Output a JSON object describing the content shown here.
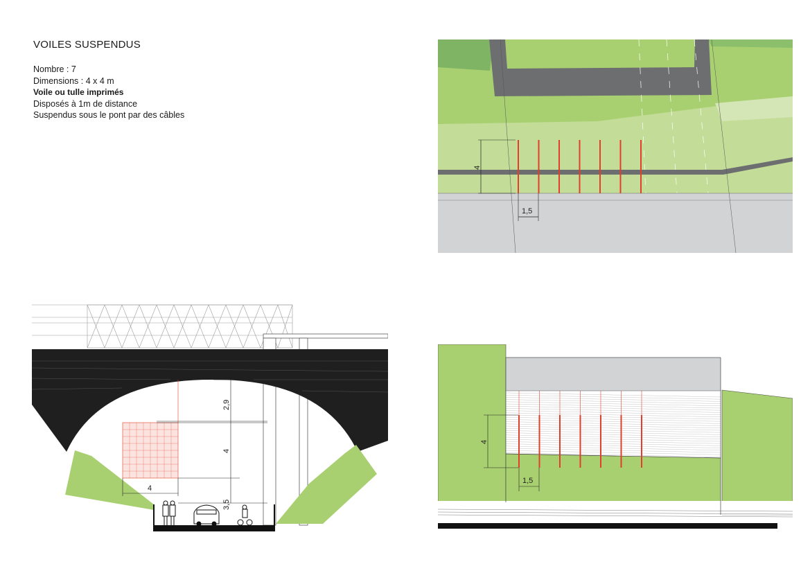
{
  "title": "VOILES SUSPENDUS",
  "specs": {
    "nombre": "Nombre : 7",
    "dimensions": "Dimensions : 4 x 4 m",
    "materiau": "Voile ou tulle imprimés",
    "espacement": "Disposés à 1m de distance",
    "fixation": "Suspendus sous le pont par des câbles"
  },
  "plan": {
    "height_label": "4",
    "spacing_label": "1,5",
    "veil_count": 7
  },
  "section": {
    "clearance_label": "2,9",
    "veil_label": "4",
    "width_label": "4",
    "ground_label": "3,5"
  },
  "elevation": {
    "height_label": "4",
    "spacing_label": "1,5",
    "veil_count": 7
  },
  "colors": {
    "green": "#a8d070",
    "light_green": "#c3dc97",
    "dark_green": "#7fb464",
    "gray": "#d2d3d4",
    "dark_gray": "#6d6e70",
    "veil_red": "#e0402a"
  }
}
